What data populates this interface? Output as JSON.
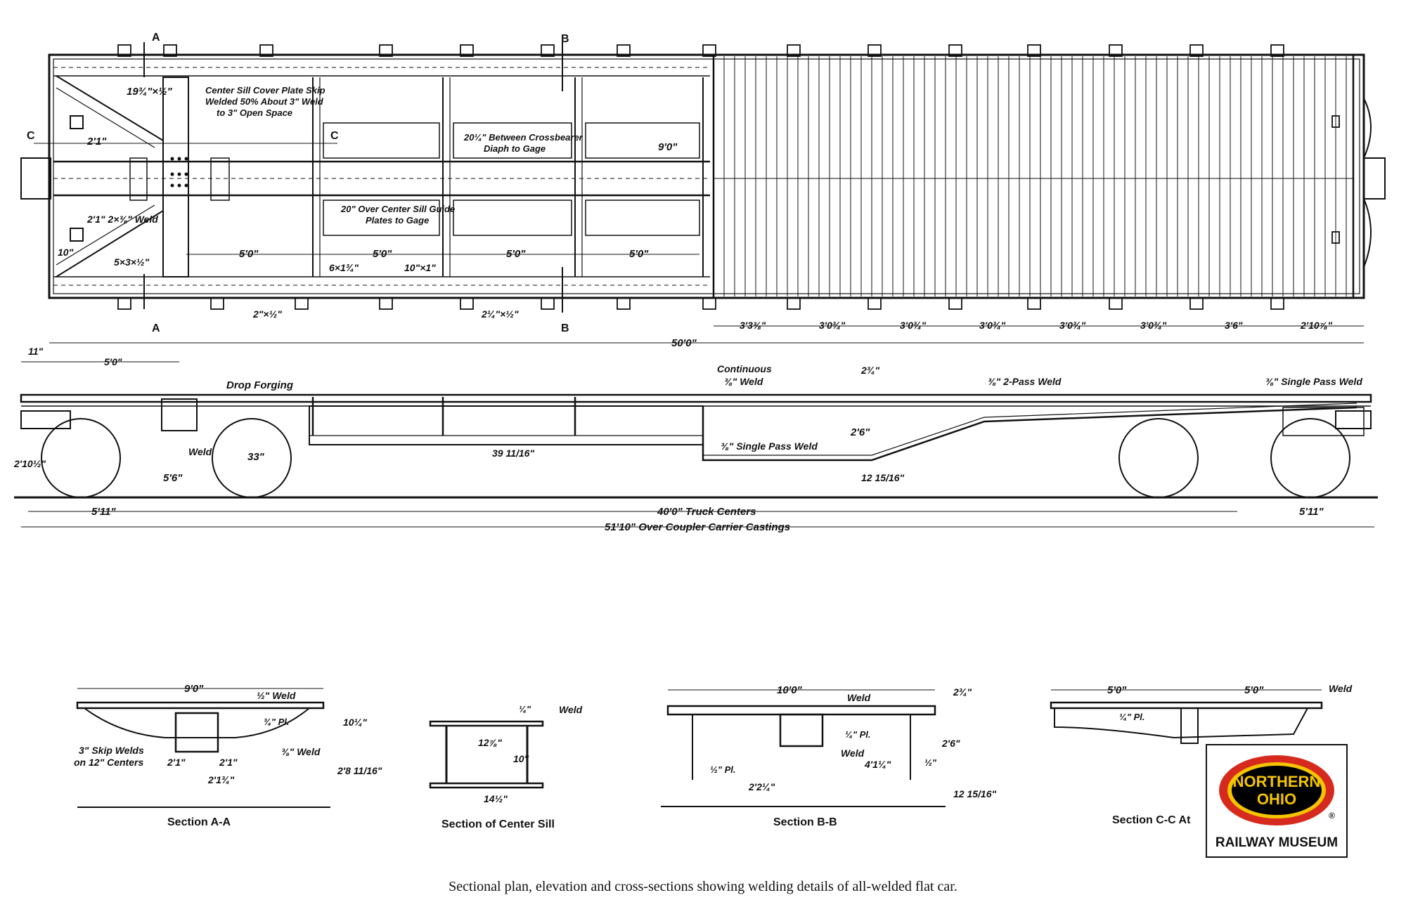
{
  "plan": {
    "section_markers": {
      "a": "A",
      "b": "B",
      "c": "C"
    },
    "labels": {
      "d19": "19¾\"×½\"",
      "center_sill_note_1": "Center Sill Cover Plate Skip",
      "center_sill_note_2": "Welded 50% About 3\" Weld",
      "center_sill_note_3": "to 3\" Open Space",
      "crossbearer_1": "20¼\" Between Crossbearer",
      "crossbearer_2": "Diaph to Gage",
      "nine_ft": "9'0\"",
      "two_one": "2'1\"",
      "two_one_weld": "2'1\" 2×⅜\" Weld",
      "guide_1": "20\" Over Center Sill Guide",
      "guide_2": "Plates to Gage",
      "ten_in": "10\"",
      "angle": "5×3×½\"",
      "five_a": "5'0\"",
      "five_b": "5'0\"",
      "five_c": "5'0\"",
      "five_d": "5'0\"",
      "six_by": "6×1¾\"",
      "ten_by": "10\"×1\"",
      "two_by_half": "2\"×½\"",
      "two_quarter": "2¼\"×½\"",
      "d_1": "3'3⅜\"",
      "d_2": "3'0¾\"",
      "d_3": "3'0¾\"",
      "d_4": "3'0¾\"",
      "d_5": "3'0¾\"",
      "d_6": "3'0¾\"",
      "d_7": "3'6\"",
      "d_8": "2'10⅞\"",
      "fifty": "50'0\""
    }
  },
  "elevation": {
    "labels": {
      "eleven": "11\"",
      "five": "5'0\"",
      "continuous_1": "Continuous",
      "continuous_2": "⅜\" Weld",
      "two_three_quarter": "2¾\"",
      "two_pass": "⅜\" 2-Pass Weld",
      "single_pass_r": "⅜\" Single Pass Weld",
      "drop_forging": "Drop Forging",
      "weld": "Weld",
      "thirty_three": "33\"",
      "five_six": "5'6\"",
      "two_ten": "2'10½\"",
      "height": "39 11/16\"",
      "two_six": "2'6\"",
      "single_pass_l": "⅜\" Single Pass Weld",
      "twelve": "12 15/16\"",
      "five_eleven_l": "5'11\"",
      "five_eleven_r": "5'11\"",
      "truck_centers": "40'0\" Truck Centers",
      "over_coupler": "51'10\" Over Coupler Carrier Castings"
    }
  },
  "sections": {
    "aa": {
      "title": "Section A-A",
      "nine": "9'0\"",
      "weld": "½\" Weld",
      "pl": "¾\" Pl.",
      "ten_q": "10¼\"",
      "skip_1": "3\" Skip Welds",
      "skip_2": "on 12\" Centers",
      "two_one_a": "2'1\"",
      "two_one_b": "2'1\"",
      "weld_b": "⅜\" Weld",
      "two_three": "2'1¾\"",
      "two_eight": "2'8 11/16\""
    },
    "center_sill": {
      "title": "Section of Center Sill",
      "quarter": "¼\"",
      "weld": "Weld",
      "twelve": "12⅞\"",
      "ten": "10\"",
      "fourteen": "14½\""
    },
    "bb": {
      "title": "Section B-B",
      "ten": "10'0\"",
      "weld": "Weld",
      "two_three": "2¾\"",
      "pl_a": "¼\" Pl.",
      "two_six": "2'6\"",
      "weld_b": "Weld",
      "four": "4'1¼\"",
      "half": "½\"",
      "pl_b": "½\" Pl.",
      "two_two": "2'2¼\"",
      "twelve": "12 15/16\""
    },
    "cc": {
      "title": "Section C-C At",
      "five_a": "5'0\"",
      "five_b": "5'0\"",
      "weld": "Weld",
      "pl": "¼\" Pl."
    }
  },
  "logo": {
    "line1": "NORTHERN",
    "line2": "OHIO",
    "reg": "®",
    "name": "RAILWAY MUSEUM",
    "colors": {
      "outer": "#d62a1e",
      "ring": "#f4c400",
      "inner": "#000000",
      "text": "#f4c400"
    }
  },
  "caption": "Sectional plan, elevation and cross-sections showing welding details of all-welded flat car."
}
